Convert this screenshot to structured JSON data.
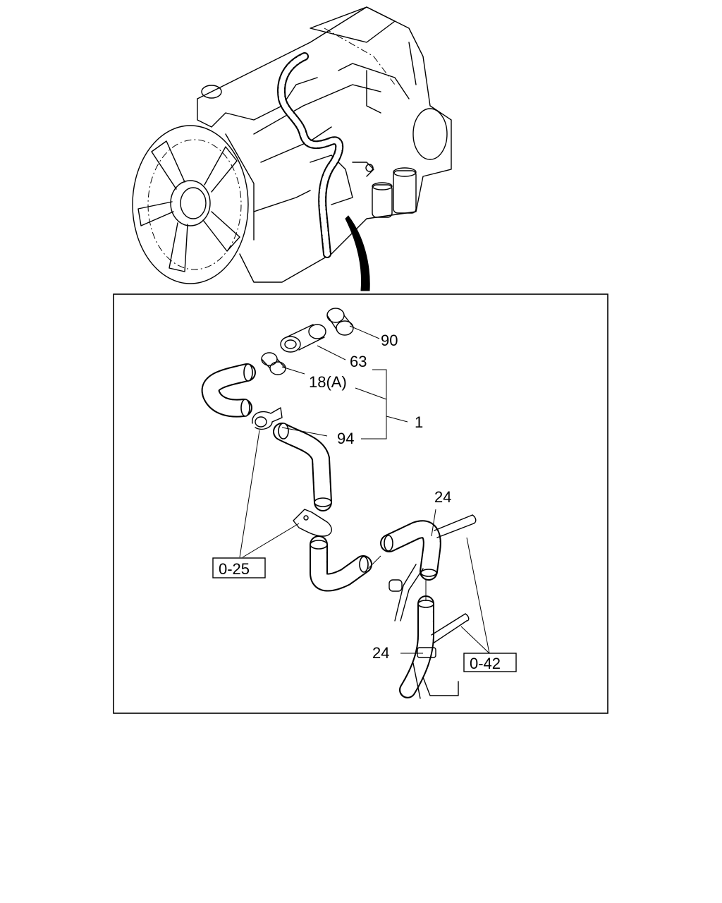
{
  "callouts": {
    "part_90": "90",
    "part_63": "63",
    "part_18a": "18(A)",
    "part_1": "1",
    "part_94": "94",
    "part_24_top": "24",
    "part_24_bottom": "24"
  },
  "references": {
    "ref_0_25": "0-25",
    "ref_0_42": "0-42"
  }
}
